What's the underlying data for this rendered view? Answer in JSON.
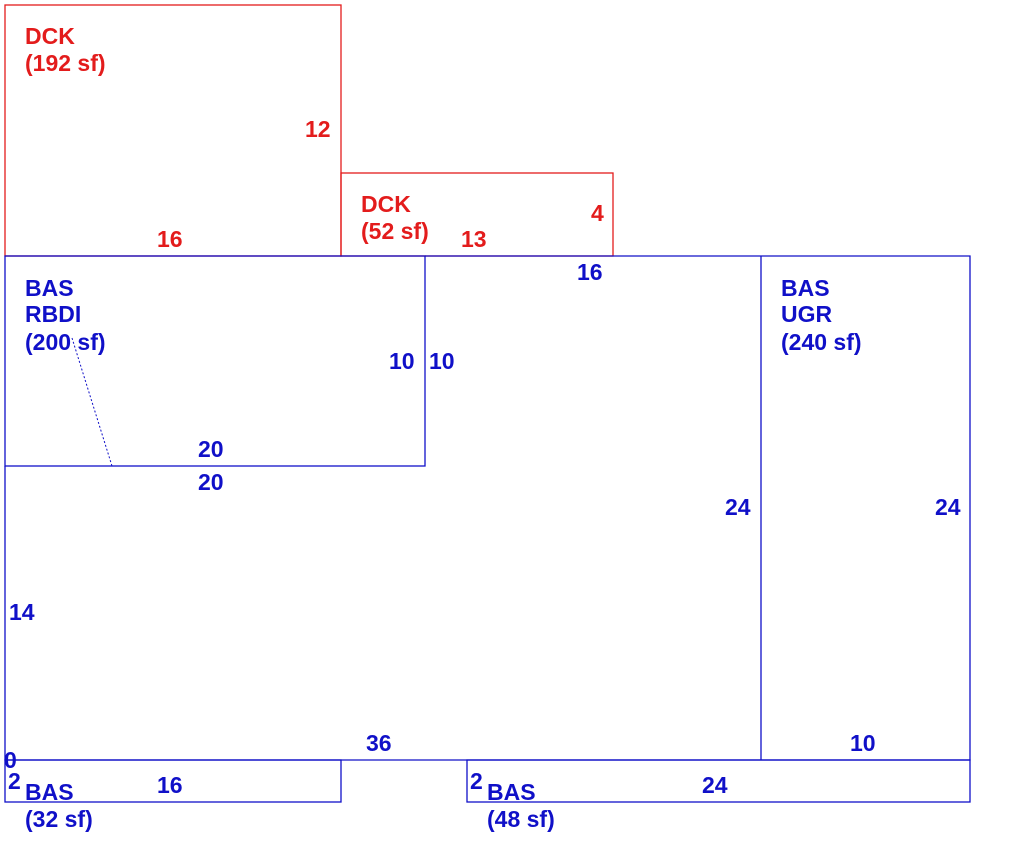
{
  "areas": {
    "dck_top": {
      "code": "DCK",
      "area": "(192 sf)"
    },
    "dck_small": {
      "code": "DCK",
      "area": "(52 sf)"
    },
    "bas_left": {
      "code": "BAS",
      "overlap_code": "RBDI",
      "overlap_area": "(200 sf)"
    },
    "bas_ugr": {
      "code": "BAS",
      "sub": "UGR",
      "area": "(240 sf)"
    },
    "bas_bottom_left": {
      "code": "BAS",
      "area": "(32 sf)"
    },
    "bas_bottom_right": {
      "code": "BAS",
      "area": "(48 sf)"
    }
  },
  "dimensions": {
    "dck_top_side": "12",
    "dck_top_bottom": "16",
    "dck_small_side": "4",
    "dck_small_bottom": "13",
    "top_mid": "16",
    "bas_left_inner": "10",
    "bas_left_outer": "10",
    "bas_left_bottom": "20",
    "main_top_20": "20",
    "ugr_left": "24",
    "ugr_right": "24",
    "main_left": "14",
    "main_bottom": "36",
    "ugr_bottom": "10",
    "corner_zero": "0",
    "bl_side": "2",
    "bl_bottom": "16",
    "br_side": "2",
    "br_bottom": "24"
  },
  "colors": {
    "red": "#e31c1c",
    "blue": "#1010c8"
  }
}
